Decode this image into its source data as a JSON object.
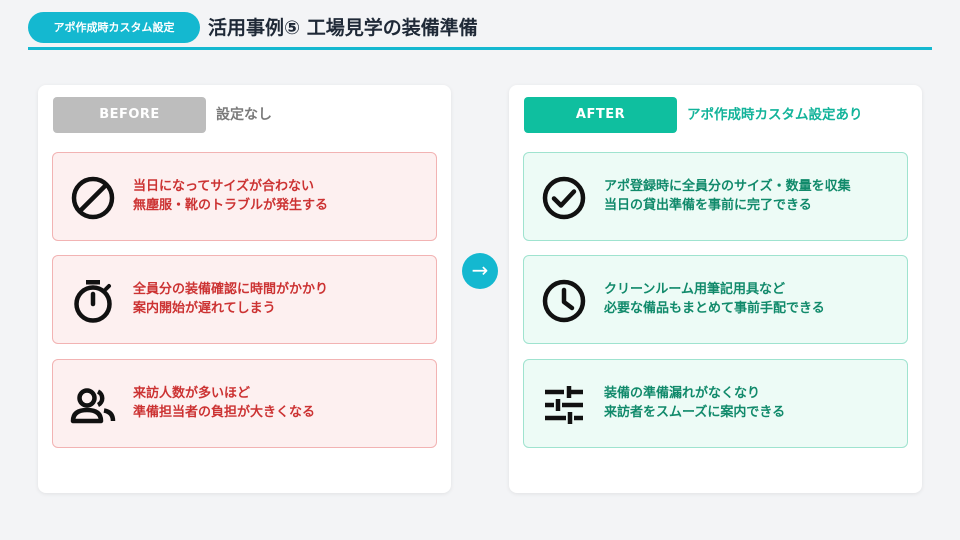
{
  "header": {
    "tag": "アポ作成時カスタム設定",
    "title": "活用事例⑤ 工場見学の装備準備"
  },
  "before": {
    "label": "BEFORE",
    "caption": "設定なし",
    "items": [
      {
        "icon": "prohibited-icon",
        "line1": "当日になってサイズが合わない",
        "line2": "無塵服・靴のトラブルが発生する"
      },
      {
        "icon": "stopwatch-icon",
        "line1": "全員分の装備確認に時間がかかり",
        "line2": "案内開始が遅れてしまう"
      },
      {
        "icon": "people-icon",
        "line1": "来訪人数が多いほど",
        "line2": "準備担当者の負担が大きくなる"
      }
    ]
  },
  "arrow": "→",
  "after": {
    "label": "AFTER",
    "caption": "アポ作成時カスタム設定あり",
    "items": [
      {
        "icon": "check-circle-icon",
        "line1": "アポ登録時に全員分のサイズ・数量を収集",
        "line2": "当日の貸出準備を事前に完了できる"
      },
      {
        "icon": "clock-icon",
        "line1": "クリーンルーム用筆記用具など",
        "line2": "必要な備品もまとめて事前手配できる"
      },
      {
        "icon": "sliders-icon",
        "line1": "装備の準備漏れがなくなり",
        "line2": "来訪者をスムーズに案内できる"
      }
    ]
  },
  "colors": {
    "accent": "#14b8d0",
    "before_text": "#cc3333",
    "after_text": "#118a6b",
    "after_label": "#0fbf9f"
  }
}
